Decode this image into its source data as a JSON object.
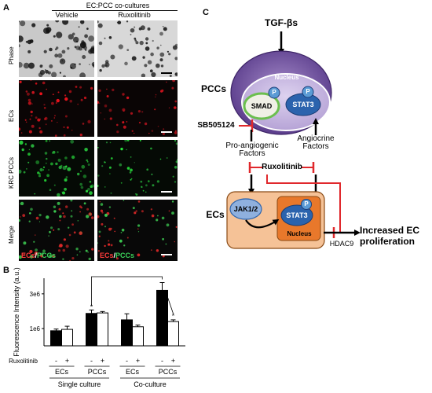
{
  "panelA": {
    "letter": "A",
    "header": "EC:PCC co-cultures",
    "columns": [
      "Vehicle",
      "Ruxolitinib"
    ],
    "rows": [
      "Phase",
      "ECs",
      "KRC PCCs",
      "Merge"
    ],
    "merge_tag_ecs": "ECs",
    "merge_tag_slash": "/",
    "merge_tag_pccs": "PCCs"
  },
  "panelB": {
    "letter": "B",
    "chart_data": {
      "type": "bar",
      "ylabel": "Fluorescence Intensity (a.u.)",
      "yticks": [
        "1e6",
        "3e6"
      ],
      "ytick_values": [
        1000000,
        3000000
      ],
      "ylim": [
        0,
        3900000
      ],
      "categories": [
        "ECs",
        "PCCs",
        "ECs",
        "PCCs"
      ],
      "groups": [
        "Single culture",
        "Co-culture"
      ],
      "treatment_label": "Ruxolitinib",
      "treatment_signs": [
        "-",
        "+",
        "-",
        "+",
        "-",
        "+",
        "-",
        "+"
      ],
      "series": [
        {
          "values": [
            870000,
            1870000,
            1500000,
            3200000
          ],
          "errors": [
            100000,
            200000,
            350000,
            450000
          ]
        },
        {
          "values": [
            950000,
            1900000,
            1100000,
            1400000
          ],
          "errors": [
            180000,
            80000,
            100000,
            100000
          ]
        }
      ],
      "annotations": [
        "*",
        "*"
      ],
      "colors": {
        "minus": "#000000",
        "plus": "#ffffff"
      }
    }
  },
  "panelC": {
    "letter": "C",
    "tgf": "TGF-βs",
    "nucleus": "Nucleus",
    "pccs": "PCCs",
    "smad": "SMAD",
    "p": "P",
    "stat3": "STAT3",
    "sb": "SB505124",
    "pro_angiogenic_1": "Pro-angiogenic",
    "pro_angiogenic_2": "Factors",
    "angiocrine_1": "Angiocrine",
    "angiocrine_2": "Factors",
    "ruxolitinib": "Ruxolitinib",
    "ecs": "ECs",
    "jak": "JAK1/2",
    "ec_nucleus": "Nucleus",
    "hdac9": "HDAC9",
    "outcome_1": "Increased EC",
    "outcome_2": "proliferation",
    "colors": {
      "cell_purple": "#7b5ca8",
      "nucleus_light": "#c7b8e0",
      "ec_orange": "#f5c297",
      "ec_nucleus": "#e8782b",
      "stat_blue": "#2b63ad",
      "smad_green": "#6bbf4e",
      "inhibitor_red": "#e0282c"
    }
  }
}
